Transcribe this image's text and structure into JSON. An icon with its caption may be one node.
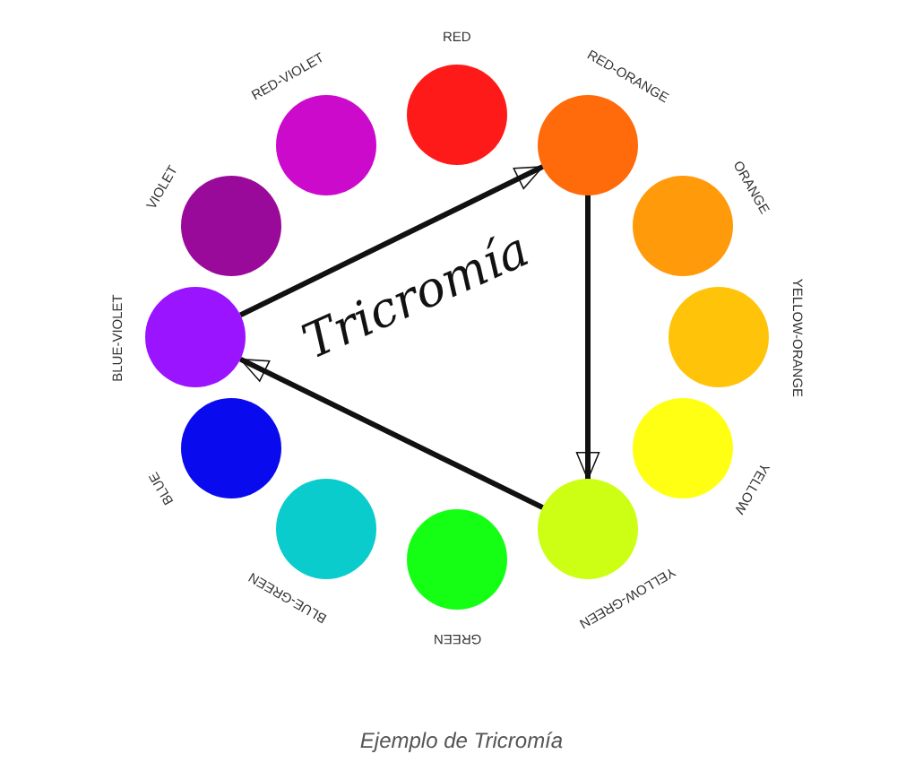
{
  "diagram": {
    "caption": "Ejemplo de Tricromía",
    "nodes": [
      {
        "text": [],
        "shape": "circle",
        "beside": [
          "RED"
        ]
      },
      {
        "text": [],
        "shape": "circle",
        "beside": [
          "RED-ORANGE"
        ]
      },
      {
        "text": [],
        "shape": "circle",
        "beside": [
          "ORANGE"
        ]
      },
      {
        "text": [],
        "shape": "circle",
        "beside": [
          "YELLOW-ORANGE"
        ]
      },
      {
        "text": [],
        "shape": "circle",
        "beside": [
          "YELLOW"
        ]
      },
      {
        "text": [],
        "shape": "circle",
        "beside": [
          "YELLOW-GREEN"
        ]
      },
      {
        "text": [],
        "shape": "circle",
        "beside": [
          "GREEN"
        ]
      },
      {
        "text": [],
        "shape": "circle",
        "beside": [
          "BLUE-GREEN"
        ]
      },
      {
        "text": [],
        "shape": "circle",
        "beside": [
          "BLUE"
        ]
      },
      {
        "text": [],
        "shape": "circle",
        "beside": [
          "BLUE-VIOLET"
        ]
      },
      {
        "text": [],
        "shape": "circle",
        "beside": [
          "VIOLET"
        ]
      },
      {
        "text": [],
        "shape": "circle",
        "beside": [
          "RED-VIOLET"
        ]
      }
    ],
    "edges": [
      {
        "from": 9,
        "to": 1,
        "arrow": "to"
      },
      {
        "from": 1,
        "to": 5,
        "arrow": "to"
      },
      {
        "from": 5,
        "to": 9,
        "arrow": "to"
      }
    ],
    "labels": [
      "Tricromía"
    ]
  }
}
